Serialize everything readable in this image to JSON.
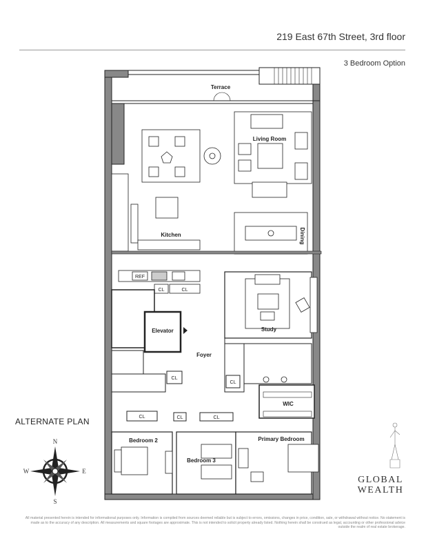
{
  "header": {
    "address": "219 East 67th Street, 3rd floor",
    "option": "3 Bedroom Option"
  },
  "side": {
    "alternate_plan": "ALTERNATE PLAN"
  },
  "compass": {
    "n": "N",
    "s": "S",
    "e": "E",
    "w": "W"
  },
  "rooms": {
    "terrace": "Terrace",
    "living_room": "Living Room",
    "dining": "Dining",
    "kitchen": "Kitchen",
    "ref": "REF",
    "cl_1": "CL",
    "cl_2": "CL",
    "elevator": "Elevator",
    "study": "Study",
    "foyer": "Foyer",
    "cl_3": "CL",
    "cl_4": "CL",
    "wic": "WIC",
    "cl_5": "CL",
    "cl_6": "CL",
    "cl_7": "CL",
    "bedroom_2": "Bedroom 2",
    "bedroom_3": "Bedroom 3",
    "primary_bedroom": "Primary Bedroom"
  },
  "logo": {
    "line1": "GLOBAL",
    "line2": "WEALTH"
  },
  "disclaimer": "All material presented herein is intended for informational purposes only. Information is compiled from sources deemed reliable but is subject to errors, omissions, changes in price, condition, sale, or withdrawal without notice. No statement is made as to the accuracy of any description. All measurements and square footages are approximate. This is not intended to solicit property already listed. Nothing herein shall be construed as legal, accounting or other professional advice outside the realm of real estate brokerage."
}
